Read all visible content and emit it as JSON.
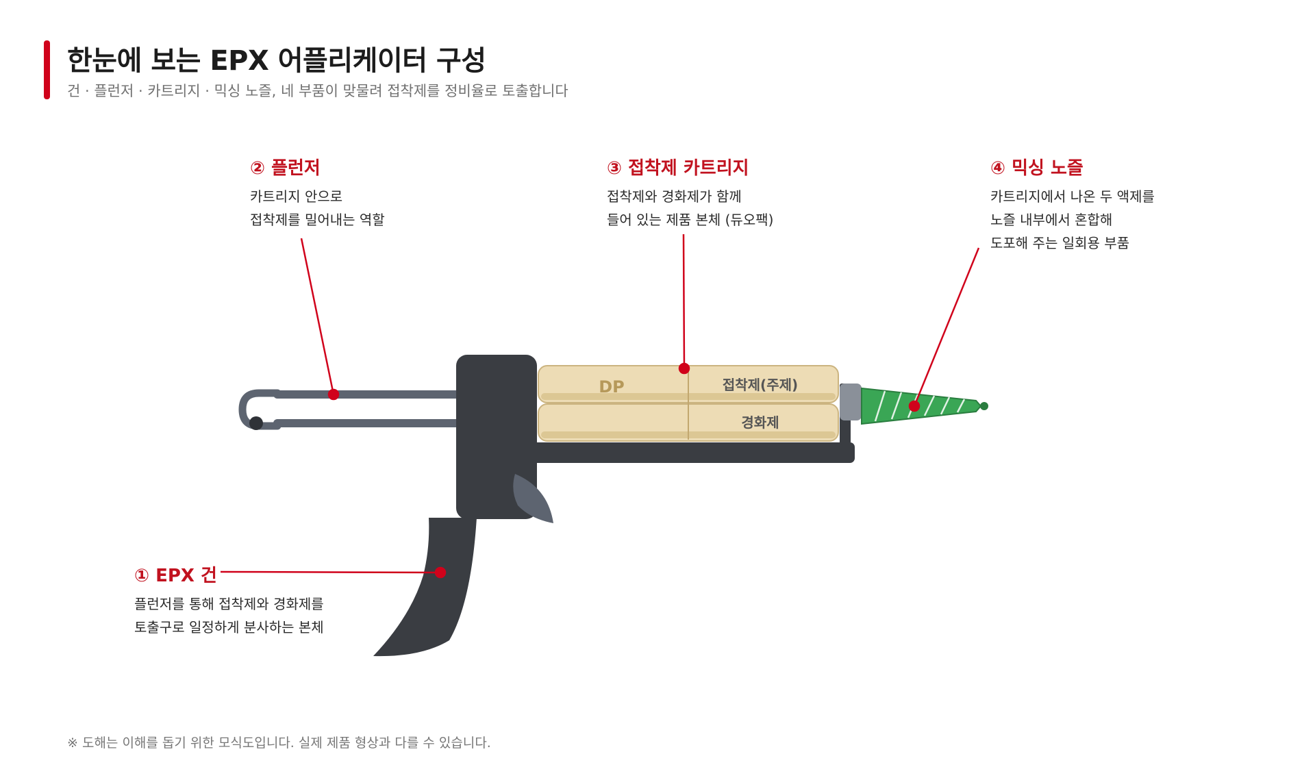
{
  "header": {
    "title": "한눈에 보는 EPX 어플리케이터 구성",
    "subtitle": "건 · 플런저 · 카트리지 · 믹싱 노즐, 네 부품이 맞물려 접착제를 정비율로 토출합니다"
  },
  "diagram": {
    "cartridge_brand": "DP",
    "cartridge_top_label": "접착제(주제)",
    "cartridge_bottom_label": "경화제"
  },
  "callouts": {
    "gun": {
      "title": "① EPX 건",
      "lines": [
        "플런저를 통해 접착제와 경화제를",
        "토출구로 일정하게 분사하는 본체"
      ]
    },
    "plunger": {
      "title": "② 플런저",
      "lines": [
        "카트리지 안으로",
        "접착제를 밀어내는 역할"
      ]
    },
    "cartridge": {
      "title": "③ 접착제 카트리지",
      "lines": [
        "접착제와 경화제가 함께",
        "들어 있는 제품 본체 (듀오팩)"
      ]
    },
    "nozzle": {
      "title": "④ 믹싱 노즐",
      "lines": [
        "카트리지에서 나온 두 액제를",
        "노즐 내부에서 혼합해",
        "도포해 주는 일회용 부품"
      ]
    }
  },
  "footnote": "※ 도해는 이해를 돕기 위한 모식도입니다. 실제 제품 형상과 다를 수 있습니다.",
  "colors": {
    "accent": "#c1121f",
    "gun": "#3a3d42",
    "plunger": "#5d6470",
    "cartridge": "#eddcb5",
    "nozzle": "#3aa655"
  }
}
